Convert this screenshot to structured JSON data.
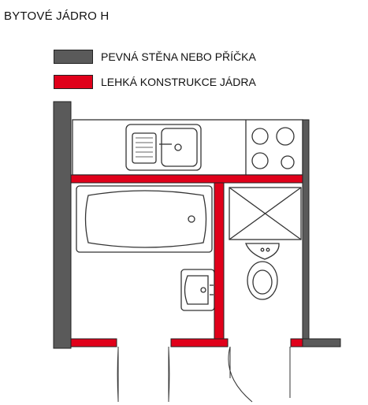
{
  "title": "BYTOVÉ JÁDRO H",
  "legend": [
    {
      "label": "PEVNÁ STĚNA NEBO PŘÍČKA",
      "color": "#5a5a5a"
    },
    {
      "label": "LEHKÁ KONSTRUKCE JÁDRA",
      "color": "#e0001a"
    }
  ],
  "colors": {
    "solid_wall": "#5a5a5a",
    "light_wall": "#e0001a",
    "fixture_line": "#333333"
  }
}
